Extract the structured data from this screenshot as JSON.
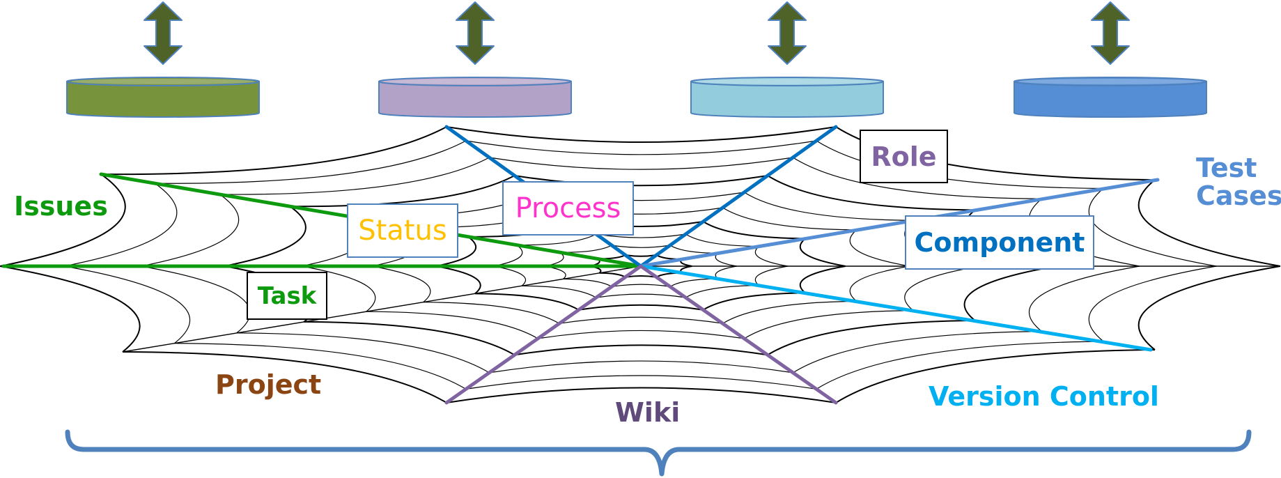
{
  "labels": {
    "issues": "Issues",
    "status": "Status",
    "process": "Process",
    "role": "Role",
    "test_cases_line1": "Test",
    "test_cases_line2": "Cases",
    "component": "Component",
    "task": "Task",
    "project": "Project",
    "wiki": "Wiki",
    "version_control": "Version Control"
  },
  "colors": {
    "issues": "#0e9a0e",
    "task": "#0e9a0e",
    "status": "#ffc000",
    "process": "#ff33cc",
    "role": "#8064a2",
    "test_cases": "#558ed5",
    "component": "#0070c0",
    "project": "#8b4513",
    "wiki": "#604a7b",
    "version_control": "#00b0f0",
    "db_green": "#77933c",
    "db_purple": "#b3a2c7",
    "db_cyan": "#93cddd",
    "db_blue": "#558ed5",
    "arrow": "#4f6228",
    "brace": "#4f81bd"
  },
  "databases": [
    {
      "name": "green-database",
      "color": "#77933c"
    },
    {
      "name": "purple-database",
      "color": "#b3a2c7"
    },
    {
      "name": "cyan-database",
      "color": "#93cddd"
    },
    {
      "name": "blue-database",
      "color": "#558ed5"
    }
  ]
}
